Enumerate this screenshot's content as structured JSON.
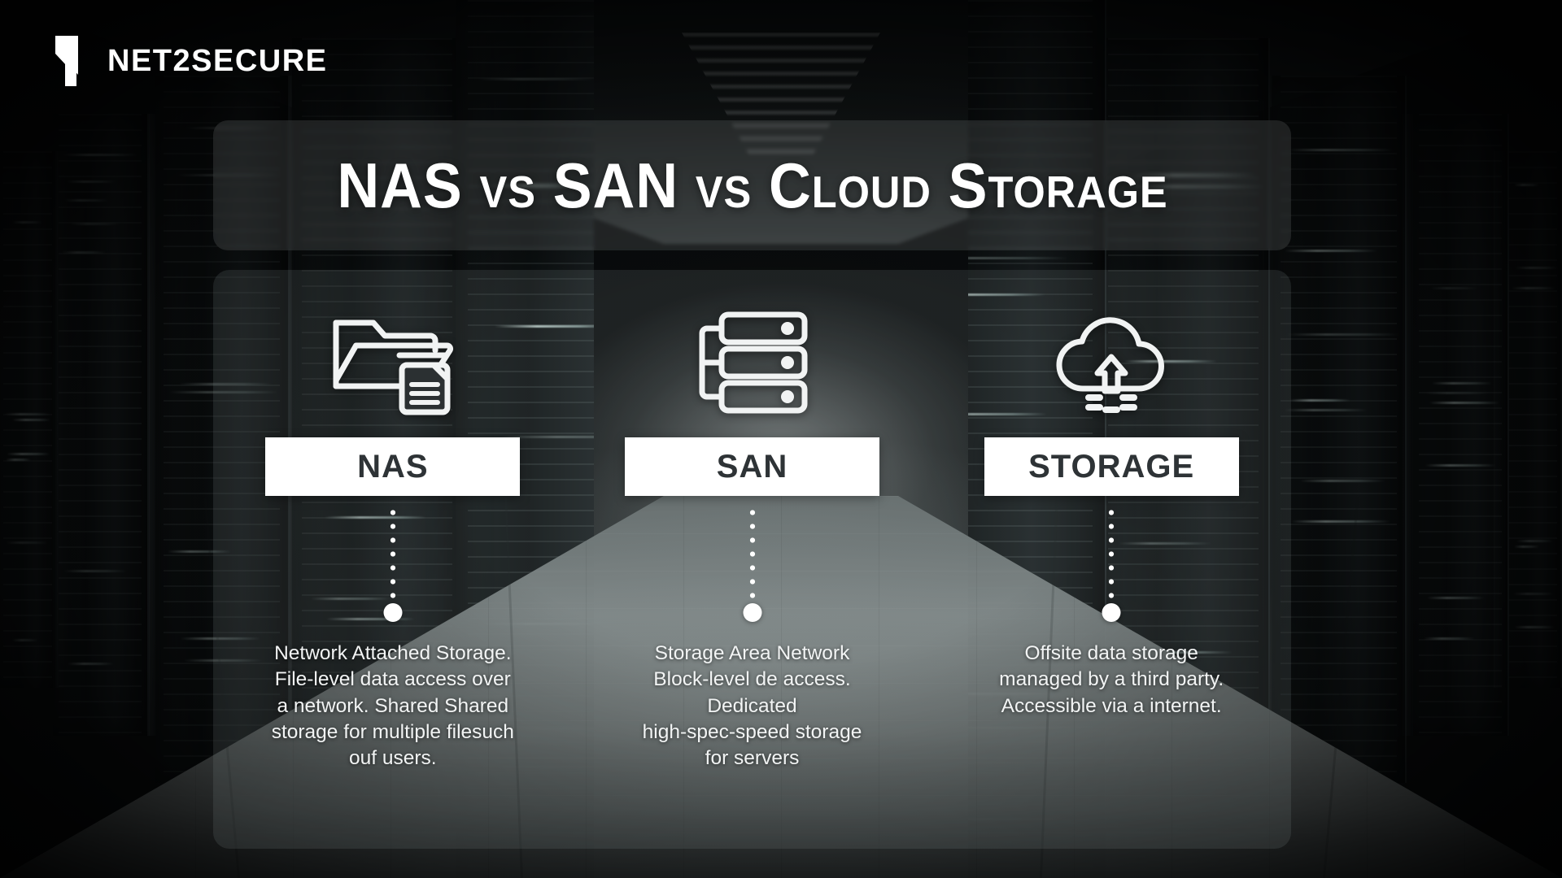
{
  "brand": {
    "mark_icon": "net2secure-n-logo-icon",
    "wordmark": "NET2SECURE"
  },
  "title": {
    "text": "NAS vs SAN vs Cloud Storage"
  },
  "colors": {
    "panel_overlay": "#9ea8a8",
    "label_box_bg": "#ffffff",
    "label_text": "#2e3336",
    "body_text": "#f2f4f4",
    "connector": "#ffffff",
    "background": "#0a0c0d"
  },
  "columns": [
    {
      "icon": "folder-document-icon",
      "label": "NAS",
      "description_lines": [
        "Network Attached Storage.",
        "File-level data access over",
        "a network. Shared Shared",
        "storage for multiple filesuch",
        "ouf users."
      ],
      "description": "Network Attached Storage. File-level data access over a network. Shared Shared storage for multiple filesuch ouf users."
    },
    {
      "icon": "server-stack-icon",
      "label": "SAN",
      "description_lines": [
        "Storage Area Network",
        "Block-level de access.",
        "Dedicated",
        "high-spec-speed storage",
        "for servers"
      ],
      "description": "Storage Area Network Block-level de access. Dedicated high-spec-speed storage for servers"
    },
    {
      "icon": "cloud-upload-icon",
      "label": "STORAGE",
      "description_lines": [
        "Offsite data storage",
        "managed by a third party.",
        "Accessible via a internet."
      ],
      "description": "Offsite data storage managed by a third party. Accessible via a internet."
    }
  ]
}
